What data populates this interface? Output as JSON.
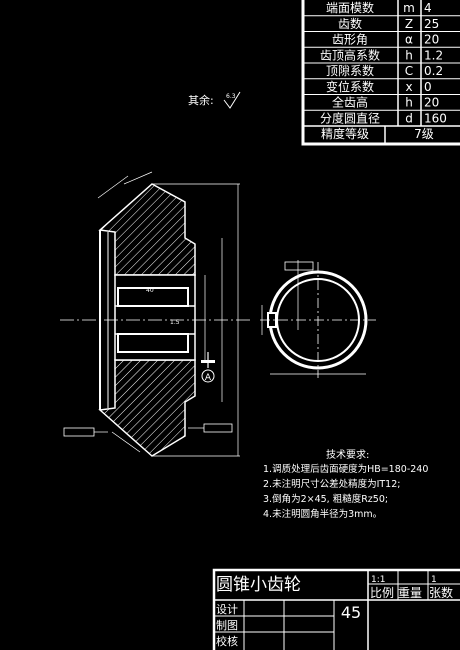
{
  "params": {
    "rows": [
      {
        "name": "端面模数",
        "symbol": "m",
        "value": "4"
      },
      {
        "name": "齿数",
        "symbol": "Z",
        "value": "25"
      },
      {
        "name": "齿形角",
        "symbol": "α",
        "value": "20"
      },
      {
        "name": "齿顶高系数",
        "symbol": "h",
        "value": "1.2"
      },
      {
        "name": "顶隙系数",
        "symbol": "C",
        "value": "0.2"
      },
      {
        "name": "变位系数",
        "symbol": "x",
        "value": "0"
      },
      {
        "name": "全齿高",
        "symbol": "h",
        "value": "20"
      },
      {
        "name": "分度圆直径",
        "symbol": "d",
        "value": "160"
      }
    ],
    "grade_label": "精度等级",
    "grade_value": "7级"
  },
  "roughness_note": "其余:",
  "roughness_symbol_value": "6.3",
  "drawing": {
    "dim_bore": "40",
    "datum_label": "A",
    "dim_fillet": "1.5"
  },
  "tech_requirements": {
    "title": "技术要求:",
    "items": [
      "1.调质处理后齿面硬度为HB=180-240",
      "2.未注明尺寸公差处精度为IT12;",
      "3.倒角为2×45, 粗糙度Rz50;",
      "4.未注明圆角半径为3mm。"
    ]
  },
  "title_block": {
    "part_name": "圆锥小齿轮",
    "scale_value": "1:1",
    "sheet_value": "1",
    "material": "45",
    "col_scale": "比例",
    "col_weight": "重量",
    "col_sheets": "张数",
    "row_design": "设计",
    "row_draw": "制图",
    "row_check": "校核"
  }
}
